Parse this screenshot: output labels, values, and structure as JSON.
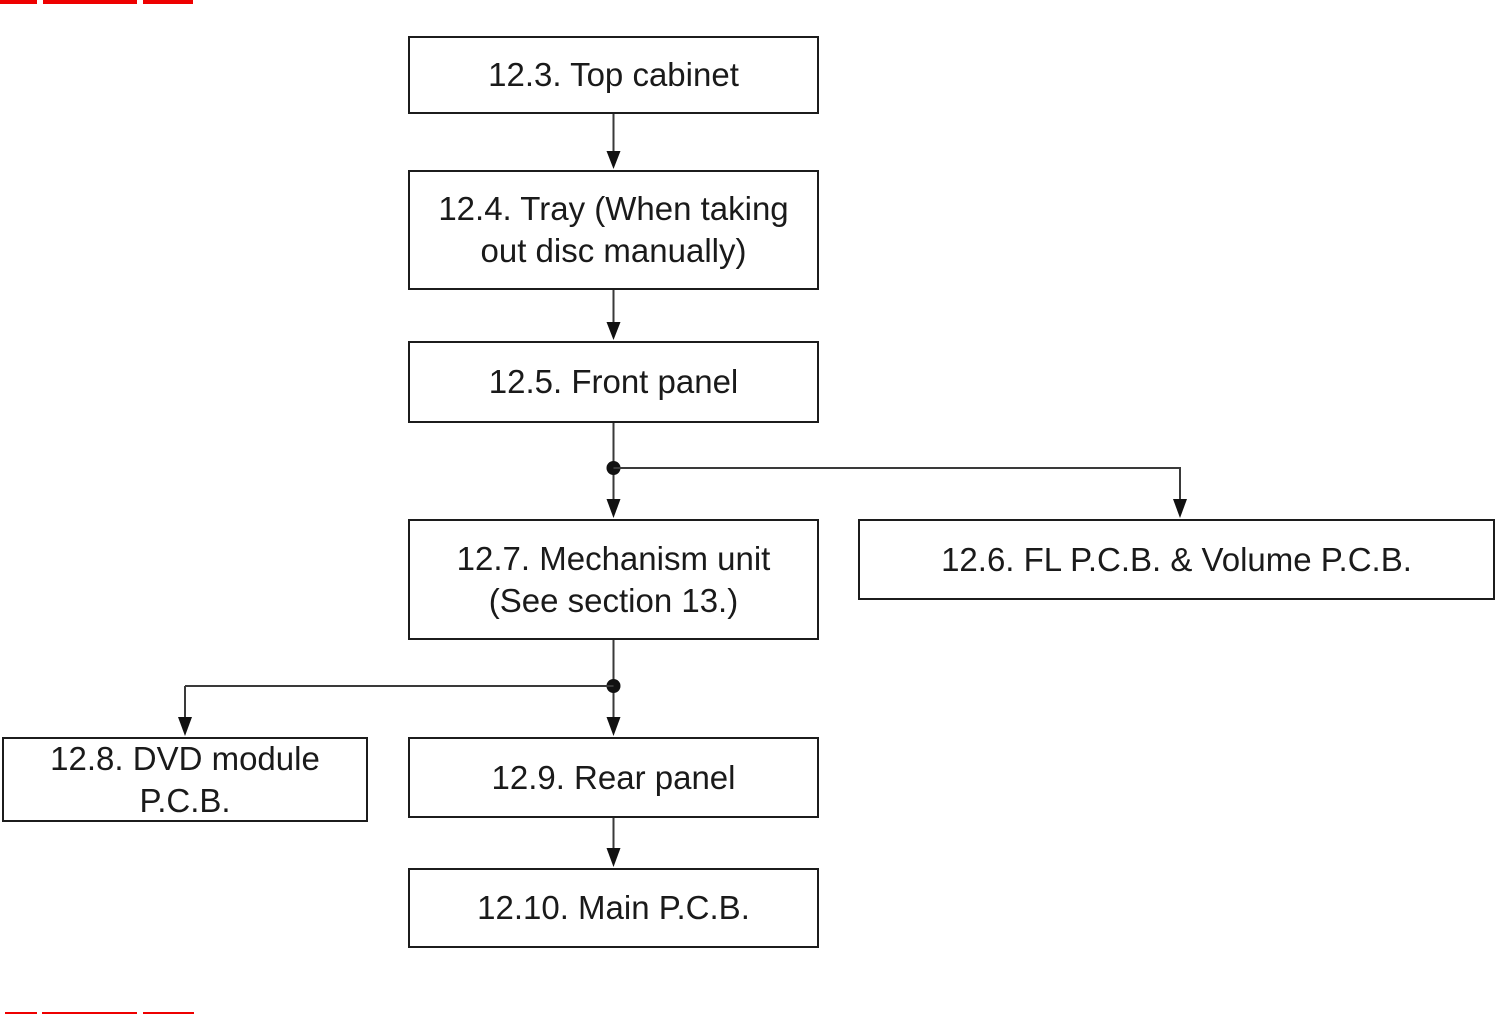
{
  "diagram": {
    "type": "flowchart",
    "description_visible": false,
    "nodes": [
      {
        "section": "12.3",
        "label": "12.3. Top cabinet"
      },
      {
        "section": "12.4",
        "label": "12.4. Tray (When taking\nout disc manually)"
      },
      {
        "section": "12.5",
        "label": "12.5. Front panel"
      },
      {
        "section": "12.7",
        "label": "12.7. Mechanism unit\n(See section 13.)"
      },
      {
        "section": "12.6",
        "label": "12.6. FL P.C.B. & Volume P.C.B."
      },
      {
        "section": "12.8",
        "label": "12.8. DVD module P.C.B."
      },
      {
        "section": "12.9",
        "label": "12.9. Rear panel"
      },
      {
        "section": "12.10",
        "label": "12.10. Main P.C.B."
      }
    ],
    "edges": [
      {
        "from": "12.3",
        "to": "12.4"
      },
      {
        "from": "12.4",
        "to": "12.5"
      },
      {
        "from": "12.5",
        "to": "12.7"
      },
      {
        "from": "12.5",
        "to": "12.6"
      },
      {
        "from": "12.7",
        "to": "12.8"
      },
      {
        "from": "12.7",
        "to": "12.9"
      },
      {
        "from": "12.9",
        "to": "12.10"
      }
    ]
  },
  "colors": {
    "box_border": "#1c1c1c",
    "connector_line": "#3a3a3a",
    "arrowhead": "#111111",
    "red_mark": "#ee0000",
    "background": "#ffffff",
    "text": "#1a1a1a"
  }
}
